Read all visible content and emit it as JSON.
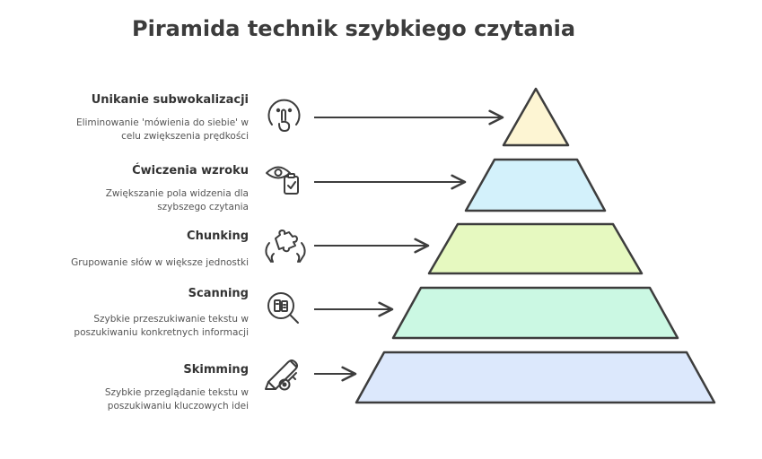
{
  "title": "Piramida technik szybkiego czytania",
  "levels": [
    {
      "heading": "Unikanie subwokalizacji",
      "description_lines": [
        "Eliminowanie 'mówienia do siebie' w",
        "celu zwiększenia prędkości"
      ],
      "icon": "shush-face-icon",
      "color": "#fdf5d3"
    },
    {
      "heading": "Ćwiczenia wzroku",
      "description_lines": [
        "Zwiększanie pola widzenia dla",
        "szybszego czytania"
      ],
      "icon": "eye-clipboard-icon",
      "color": "#d3f1fb"
    },
    {
      "heading": "Chunking",
      "description_lines": [
        "Grupowanie słów w większe jednostki"
      ],
      "icon": "hands-puzzle-icon",
      "color": "#e6f9c0"
    },
    {
      "heading": "Scanning",
      "description_lines": [
        "Szybkie przeszukiwanie tekstu w",
        "poszukiwaniu konkretnych informacji"
      ],
      "icon": "magnify-book-icon",
      "color": "#cbf8e3"
    },
    {
      "heading": "Skimming",
      "description_lines": [
        "Szybkie przeglądanie tekstu w",
        "poszukiwaniu kluczowych idei"
      ],
      "icon": "pencil-key-icon",
      "color": "#dce8fc"
    }
  ],
  "stroke_color": "#3d3d3d"
}
